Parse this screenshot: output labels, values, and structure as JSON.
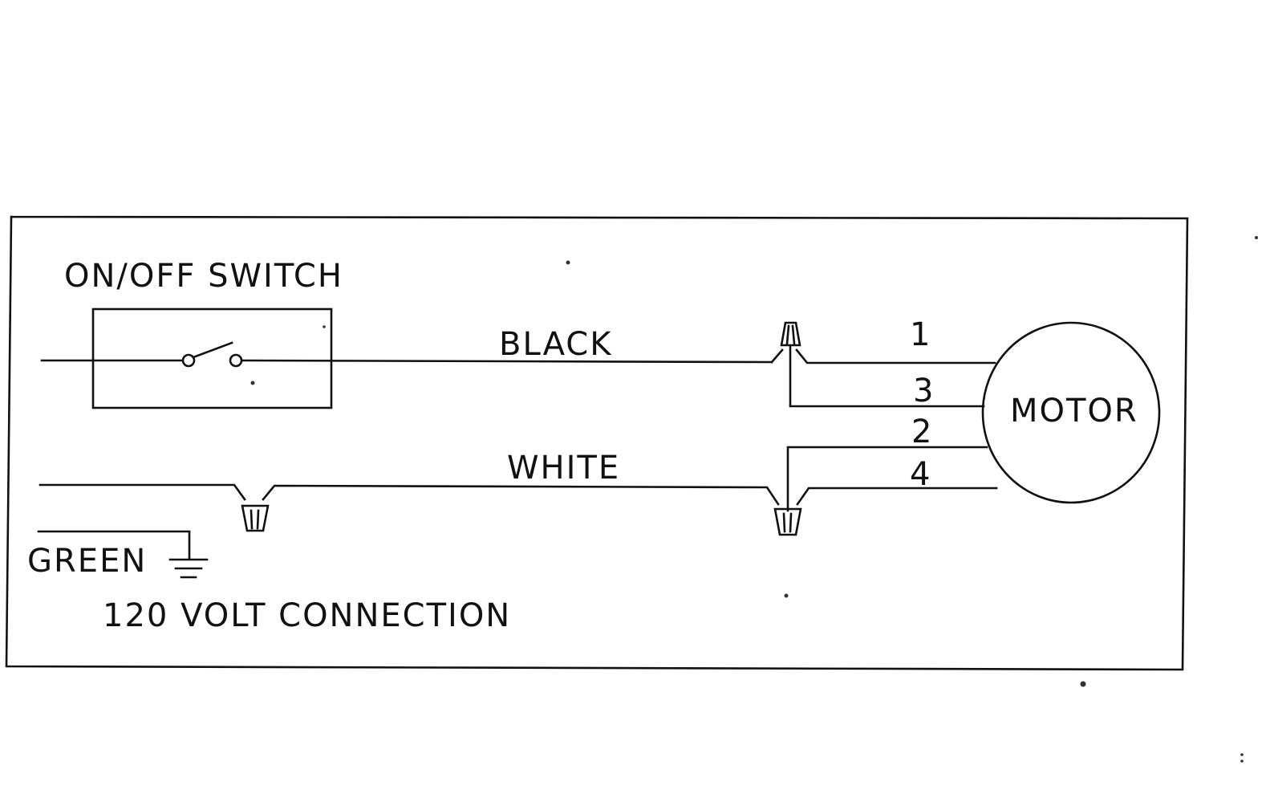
{
  "labels": {
    "switch": "ON/OFF SWITCH",
    "black": "BLACK",
    "white": "WHITE",
    "green": "GREEN",
    "connection": "120 VOLT CONNECTION",
    "motor": "MOTOR"
  },
  "terminals": {
    "t1": "1",
    "t3": "3",
    "t2": "2",
    "t4": "4"
  },
  "icons": {
    "ground": "ground-icon",
    "wire_nut": "wire-nut-icon",
    "switch_contact": "switch-contact-icon"
  }
}
